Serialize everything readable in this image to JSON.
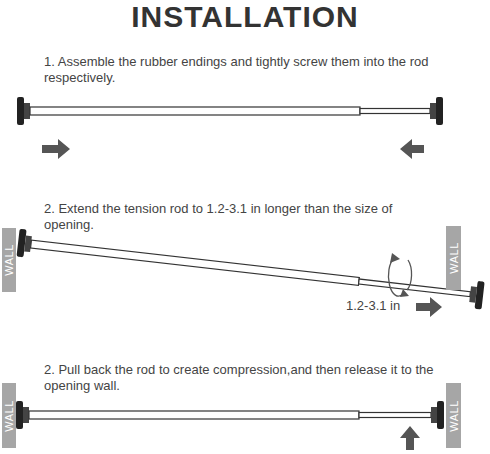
{
  "diagram": {
    "title": "INSTALLATION",
    "nodes": [
      {
        "text": [
          "WALL"
        ]
      },
      {
        "text": [
          "WALL"
        ]
      },
      {
        "text": [
          "WALL"
        ]
      },
      {
        "text": [
          "WALL"
        ]
      }
    ],
    "edges": [],
    "labels": [
      "1. Assemble the rubber endings and tightly screw them into the rod respectively.",
      "2. Extend the tension rod to 1.2-3.1 in longer than the size of opening.",
      "1.2-3.1 in",
      "2. Pull back the rod to create compression,and then release it to the opening wall."
    ]
  }
}
